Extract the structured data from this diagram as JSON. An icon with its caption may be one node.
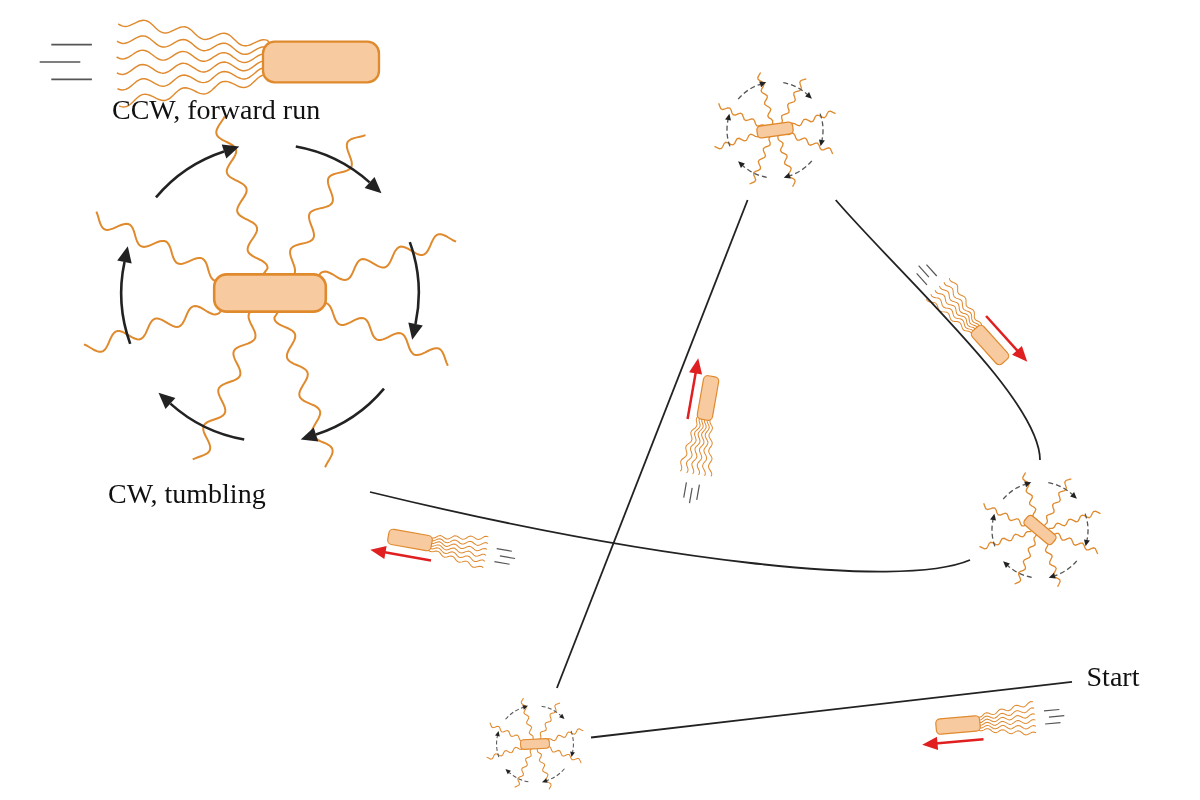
{
  "diagram": {
    "nodes": [
      {
        "text": [],
        "shape": "picture"
      },
      {
        "text": [],
        "shape": "picture"
      },
      {
        "text": [
          "Start"
        ]
      },
      {
        "text": [],
        "shape": "picture"
      }
    ],
    "edges": [
      {
        "from": 2,
        "to": 3,
        "arrow": "none"
      },
      {
        "from": 3,
        "to": 0,
        "arrow": "none"
      },
      {
        "from": 0,
        "to": 1,
        "arrow": "none"
      },
      {
        "from": 1,
        "to": null,
        "arrow": "none"
      }
    ],
    "labels": [
      "CCW, forward run",
      "CW, tumbling"
    ]
  }
}
